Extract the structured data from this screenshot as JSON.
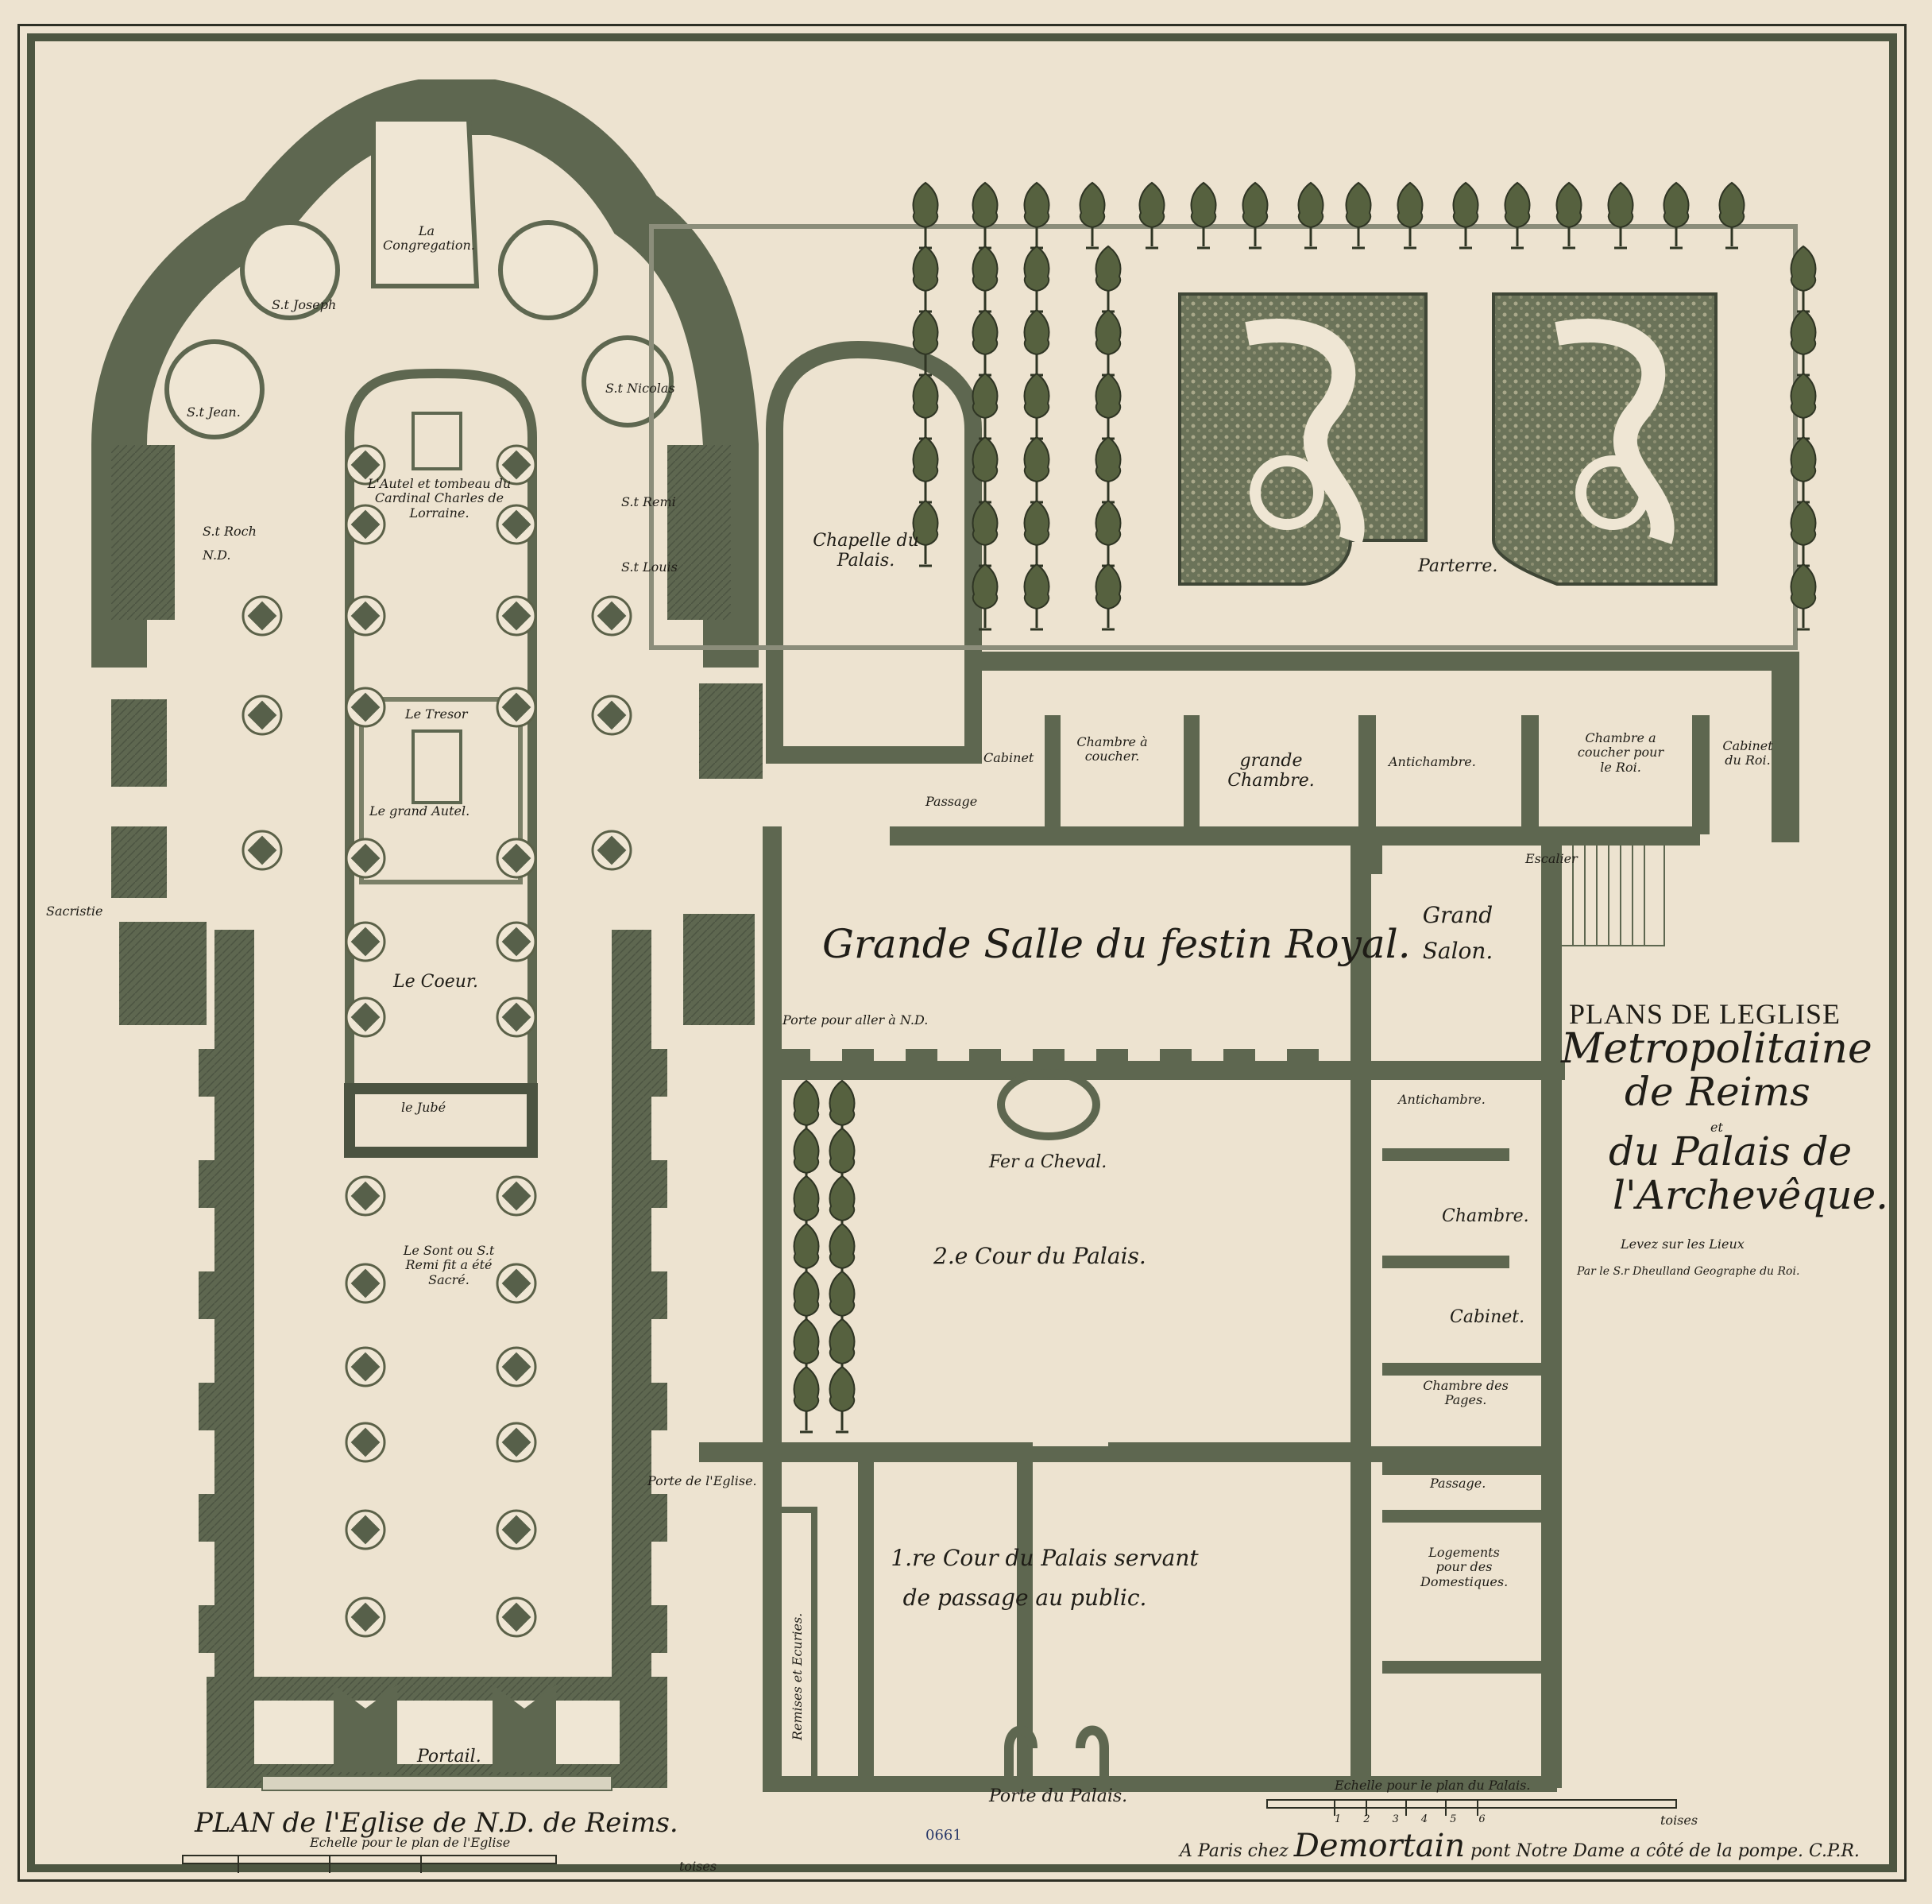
{
  "title": {
    "line1": "PLANS DE LEGLISE",
    "line2": "Metropolitaine",
    "line3": "de Reims",
    "conjunction": "et",
    "line4": "du Palais de",
    "line5": "l'Archevêque.",
    "surveyed": "Levez sur les Lieux",
    "author": "Par le S.r Dheulland Geographe du Roi."
  },
  "church_plan": {
    "caption": "PLAN de l'Eglise de N.D. de Reims.",
    "scale_caption": "Echelle pour le plan de l'Eglise",
    "scale_unit": "toises",
    "labels": {
      "congregation": "La Congregation.",
      "chapel_left": "S.t Joseph",
      "chapel_nicolas": "S.t Nicolas",
      "chapel_jean": "S.t Jean.",
      "chapel_side_left": "S.t Roch",
      "chapel_side_left2": "N.D.",
      "chapel_side_right": "S.t Remi",
      "chapel_side_right2": "S.t Louis",
      "altar_tomb": "L'Autel et tombeau du Cardinal Charles de Lorraine.",
      "tresor": "Le Tresor",
      "high_altar": "Le grand Autel.",
      "choir": "Le Coeur.",
      "jube": "le Jubé",
      "font": "Le Sont ou S.t Remi fit a été Sacré.",
      "sacristy": "Sacristie",
      "portal": "Portail."
    }
  },
  "palace_plan": {
    "labels": {
      "chapel": "Chapelle du Palais.",
      "parterre": "Parterre.",
      "cabinet_left": "Cabinet",
      "chambre_coucher": "Chambre à coucher.",
      "grande_chambre": "grande Chambre.",
      "antichambre_top": "Antichambre.",
      "chambre_roi": "Chambre a coucher pour le Roi.",
      "cabinet_roi": "Cabinet du Roi.",
      "passage_small": "Passage",
      "escalier": "Escalier",
      "grand_salon": "Grand Salon.",
      "festin_hall": "Grande Salle du festin Royal.",
      "porte_nd": "Porte pour aller à N.D.",
      "fer_cheval": "Fer a Cheval.",
      "second_court": "2.e Cour du Palais.",
      "antichambre_right": "Antichambre.",
      "chambre_right": "Chambre.",
      "cabinet_right": "Cabinet.",
      "chambre_pages": "Chambre des Pages.",
      "passage": "Passage.",
      "logements": "Logements pour des Domestiques.",
      "porte_eglise": "Porte de l'Eglise.",
      "remises": "Remises et Ecuries.",
      "first_court_l1": "1.re Cour du Palais servant",
      "first_court_l2": "de passage au public.",
      "porte_palais": "Porte du Palais."
    },
    "scale_caption": "Echelle pour le plan du Palais.",
    "scale_ticks": [
      "1",
      "2",
      "3",
      "4",
      "5",
      "6"
    ],
    "scale_unit": "toises"
  },
  "imprint": {
    "prefix": "A Paris chez",
    "publisher": "Demortain",
    "suffix": "pont Notre Dame a côté de la pompe. C.P.R."
  },
  "stamp": "0661",
  "colors": {
    "paper": "#ede3d0",
    "wall_fill": "#5e6750",
    "wall_dark": "#3f4636",
    "ink": "#1f1d17",
    "tree": "#4d5a3c"
  }
}
